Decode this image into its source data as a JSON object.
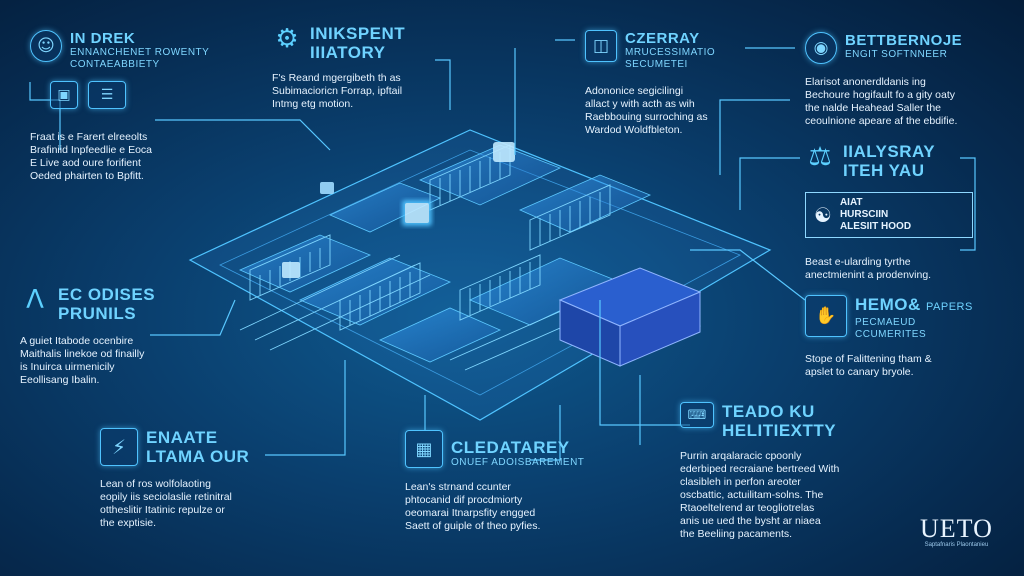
{
  "accent": "#4fc3ff",
  "background": "#0a3f6e",
  "panels": [
    {
      "id": "p1",
      "icon": "person-icon",
      "title": "IN DREK",
      "subtitle": "ENNANCHENET ROWENTY\nCONTAEABBIETY",
      "body": "Fraat is e Farert elreeolts\nBrafiniid Inpfeedlie e Eoca\nE Live aod oure forifient\nOeded phairten to Bpfitt."
    },
    {
      "id": "p2",
      "icon": "key-shield-icon",
      "title": "INIKSPENT\nIIIATORY",
      "subtitle": "",
      "body": "F's Reand mgergibeth th as\nSubimacioricn Forrap, ipftail\nIntmg etg motion."
    },
    {
      "id": "p3",
      "icon": "monitor-icon",
      "title": "CZERRAY",
      "subtitle": "MRUCESSIMATIO\nSECUMETEI",
      "body": "Adononice segicilingi\nallact y with acth as wih\nRaebbouing surroching as\nWardod Woldfbleton."
    },
    {
      "id": "p4",
      "icon": "globe-icon",
      "title": "BETTBERNOJE",
      "subtitle": "ENGIT SOFTNNEER",
      "body": "Elarisot anonerdldanis ing\nBechoure hogifault fo a gity oaty\nthe nalde Heahead Saller the\nceoulnione apeare af the ebdifie."
    },
    {
      "id": "p5",
      "icon": "scales-icon",
      "title": "IIALYSRAY\nITEH YAU",
      "subtitle": "",
      "badge": {
        "icon": "trophy-icon",
        "text": "AIAT\nHURSCIIN\nALESIIT HOOD"
      },
      "body": "Beast e-ularding tyrthe\nanectmienint a prodenving."
    },
    {
      "id": "p6",
      "icon": "lightning-icon",
      "title": "EC ODISES\nPRUNILS",
      "subtitle": "",
      "body": "A guiet Itabode ocenbire\nMaithalis linekoe od finailly\nis Inuirca uirmenicily\nEeollisang Ibalin."
    },
    {
      "id": "p7",
      "icon": "hands-icon",
      "title": "HEMO&",
      "subtitle": "PECMAEUD\nCCUMERITES",
      "title_suffix": "PAPERS",
      "body": "Stope of Falittening tham &\napslet to canary bryole."
    },
    {
      "id": "p8",
      "icon": "lightning-circle-icon",
      "title": "ENAATE\nLTAMA OUR",
      "subtitle": "",
      "body": "Lean of ros wolfolaoting\neopily iis seciolaslie retinitral\nottheslitir Itatinic repulze or\nthe exptisie."
    },
    {
      "id": "p9",
      "icon": "building-icon",
      "title": "CLEDATAREY",
      "subtitle": "ONUEF ADOISBAREMENT",
      "body": "Lean's strnand ccunter\nphtocanid dif procdmiorty\noeomarai Itnarpsfity engged\nSaett of guiple of theo pyfies."
    },
    {
      "id": "p10",
      "icon": "terminal-icon",
      "title": "TEADO KU\nHELITIEXTTY",
      "subtitle": "",
      "body": "Purrin arqalaracic cpoonly\nederbiped recraiane bertreed With\nclasibleh in perfon areoter\noscbattic, actuilitam-solns. The\nRtaoeltelrend ar teogliotrelas\nanis ue ued the bysht ar niaea\nthe Beeliing pacaments."
    }
  ],
  "logo": {
    "mark": "UETO",
    "caption": "Saptafnaris   Plaontanieu"
  }
}
